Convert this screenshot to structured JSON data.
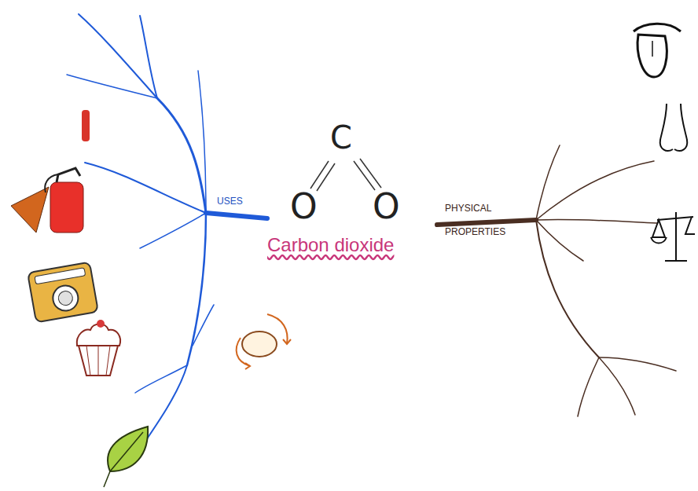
{
  "diagram": {
    "labels": [
      "C",
      "O",
      "O",
      "Carbon dioxide",
      "USES",
      "PHYSICAL PROPERTIES"
    ]
  }
}
